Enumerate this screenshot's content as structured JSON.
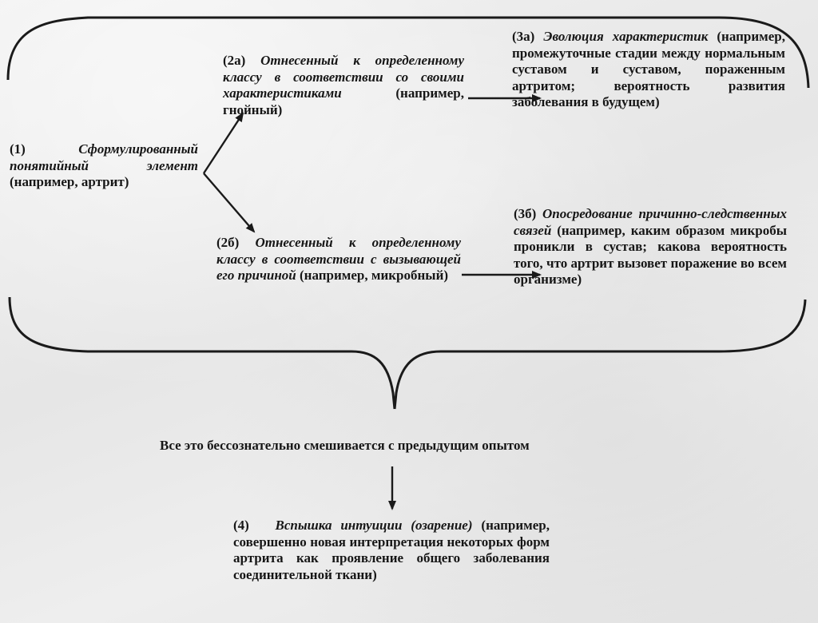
{
  "nodes": {
    "n1": {
      "num": "(1)",
      "title": "Сформулированный понятийный элемент",
      "body": "(например, артрит)"
    },
    "n2a": {
      "num": "(2а)",
      "title": "Отнесенный к определенному классу в соответствии со своими характеристиками",
      "body": "(например, гнойный)"
    },
    "n2b": {
      "num": "(2б)",
      "title": "Отнесенный к определенному классу в соответствии с вызывающей его причиной",
      "body": "(например, микробный)"
    },
    "n3a": {
      "num": "(3а)",
      "title": "Эволюция характеристик",
      "body": "(например, промежуточные стадии между нормальным суставом и суставом, пораженным артритом; вероятность развития заболевания в будущем)"
    },
    "n3b": {
      "num": "(3б)",
      "title": "Опосредование причинно-следственных связей",
      "body": "(например, каким образом микробы проникли в сустав; какова вероятность того, что артрит вызовет поражение во всем организме)"
    },
    "n4": {
      "num": "(4)",
      "title": "Вспышка интуиции (озарение)",
      "body": "(например, совершенно новая интерпретация некоторых форм артрита как проявление общего заболевания соединительной ткани)"
    }
  },
  "caption": "Все это бессознательно смешивается с предыдущим опытом"
}
